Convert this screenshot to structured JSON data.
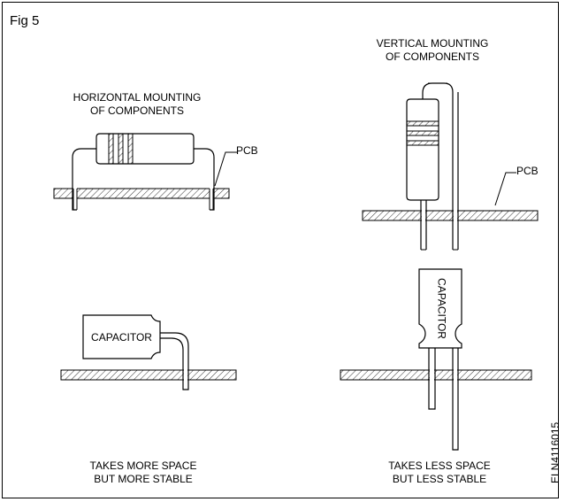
{
  "figure": {
    "label": "Fig 5",
    "code": "ELN4116015"
  },
  "horizontal": {
    "title": "HORIZONTAL MOUNTING\nOF COMPONENTS",
    "pcb_label": "PCB",
    "capacitor_label": "CAPACITOR",
    "caption": "TAKES MORE SPACE\nBUT MORE STABLE"
  },
  "vertical": {
    "title": "VERTICAL MOUNTING\nOF COMPONENTS",
    "pcb_label": "PCB",
    "capacitor_label": "CAPACITOR",
    "caption": "TAKES LESS SPACE\nBUT LESS STABLE"
  }
}
